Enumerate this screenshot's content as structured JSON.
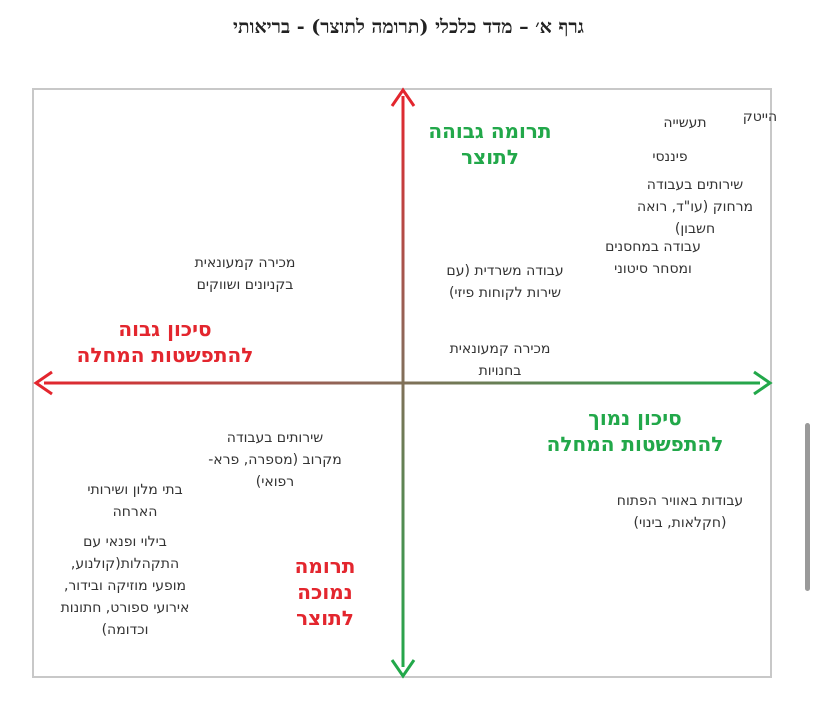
{
  "title": "גרף א׳ – מדד כלכלי (תרומה לתוצר) - בריאותי",
  "axes": {
    "top": "תרומה גבוהה\nלתוצר",
    "bottom": "תרומה\nנמוכה\nלתוצר",
    "left": "סיכון גבוה\nלהתפשטות המחלה",
    "right": "סיכון נמוך\nלהתפשטות המחלה"
  },
  "colors": {
    "high_risk": "#e3262e",
    "low_risk": "#22a84a"
  },
  "items": {
    "hitech": "הייטק",
    "industry": "תעשייה",
    "finance": "פיננסי",
    "remote": "שירותים בעבודה\nמרחוק (עו\"ד, רואה\nחשבון)",
    "warehouse": "עבודה במחסנים\nומסחר סיטוני",
    "mall_retail": "מכירה קמעונאית\nבקניונים ושווקים",
    "office": "עבודה משרדית (עם\nשירות לקוחות פיזי)",
    "store_retail": "מכירה קמעונאית\nבחנויות",
    "close_services": "שירותים בעבודה\nמקרוב (מספרה, פרא-\nרפואי)",
    "hotels": "בתי מלון ושירותי\nהארחה",
    "outdoor": "עבודות באוויר הפתוח\n(חקלאות, בינוי)",
    "leisure": "בילוי ופנאי עם\nהתקהלות(קולנוע,\nמופעי מוזיקה ובידור,\nאירועי ספורט, חתונות\nוכדומה)"
  }
}
